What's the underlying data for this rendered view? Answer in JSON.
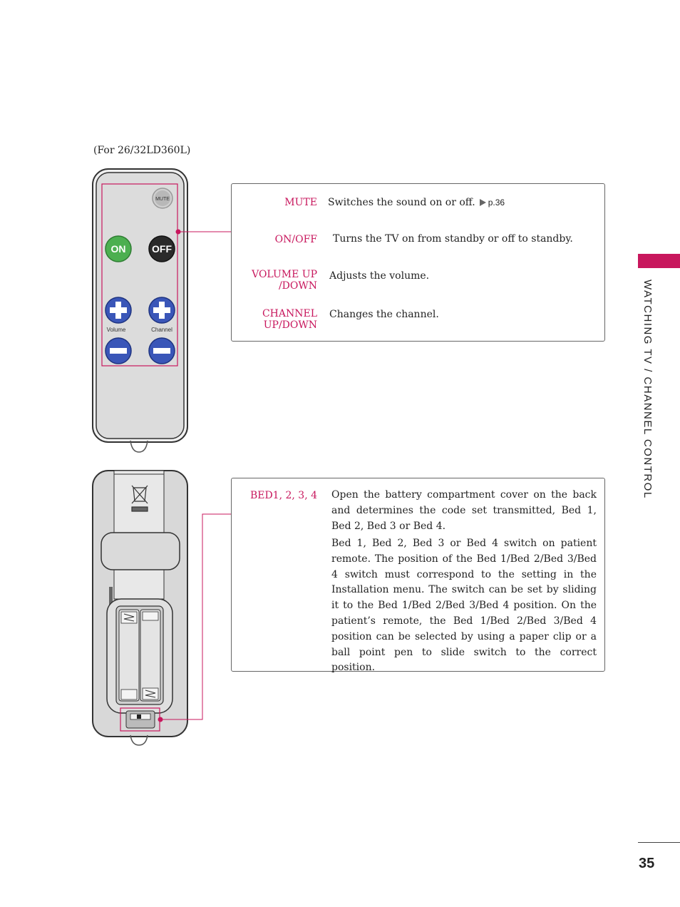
{
  "model_note": "(For 26/32LD360L)",
  "remote_front": {
    "mute_label": "MUTE",
    "on_label": "ON",
    "off_label": "OFF",
    "volume_label": "Volume",
    "channel_label": "Channel",
    "colors": {
      "on": "#4caf50",
      "off": "#2a2a2a",
      "plus_minus": "#3a56b8",
      "highlight": "#c8175d"
    }
  },
  "functions": [
    {
      "term": "MUTE",
      "desc": "Switches the sound on or off.",
      "ref": "p.36"
    },
    {
      "term": "ON/OFF",
      "desc": "Turns the TV on from standby or off to standby."
    },
    {
      "term_line1": "VOLUME UP",
      "term_line2": "/DOWN",
      "desc": "Adjusts the volume."
    },
    {
      "term_line1": "CHANNEL",
      "term_line2": "UP/DOWN",
      "desc": "Changes the channel."
    }
  ],
  "bed": {
    "term": "BED1, 2, 3, 4",
    "para1": "Open the battery compartment cover on the back and determines the code set transmitted, Bed 1, Bed 2, Bed 3 or Bed 4.",
    "para2": "Bed 1, Bed 2, Bed 3 or Bed 4 switch on patient remote. The position of the Bed 1/Bed 2/Bed 3/Bed 4 switch must correspond to the setting in the Installation menu. The switch can be set by sliding it to the Bed 1/Bed 2/Bed 3/Bed 4 position. On the patient’s remote, the Bed 1/Bed 2/Bed 3/Bed 4 position can be selected by using a paper clip or a ball point pen to slide switch to the correct position."
  },
  "side_title": "WATCHING TV / CHANNEL CONTROL",
  "page_number": "35",
  "accent_color": "#c8175d"
}
